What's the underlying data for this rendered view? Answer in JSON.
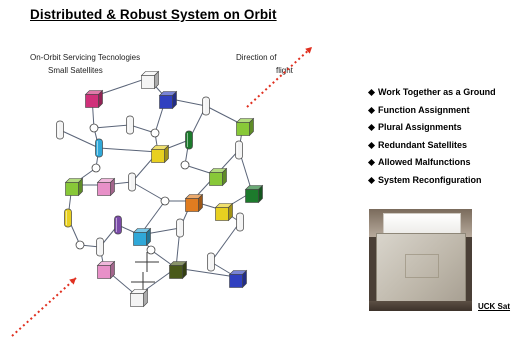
{
  "title": "Distributed & Robust System on Orbit",
  "labels": {
    "servicing_line1": "On-Orbit Servicing Tecnologies",
    "servicing_line2": "Small Satellites",
    "direction_line1": "Direction of",
    "direction_line2": "flight"
  },
  "bullets": [
    "Work Together as a Ground",
    "Function Assignment",
    "Plural Assignments",
    "Redundant Satellites",
    "Allowed Malfunctions",
    "System Reconfiguration"
  ],
  "photo_caption": "UCK Sat",
  "colors": {
    "arrow": "#e03020",
    "magenta": "#d0307a",
    "blue": "#3040c0",
    "green": "#1c7a2c",
    "lime": "#88c838",
    "yellow": "#e8d020",
    "cyan": "#30a8d8",
    "orange": "#e07c20",
    "purple": "#7a4aa8",
    "pink": "#e890c8",
    "olive": "#4a5a1a",
    "white": "#f4f4f4"
  }
}
